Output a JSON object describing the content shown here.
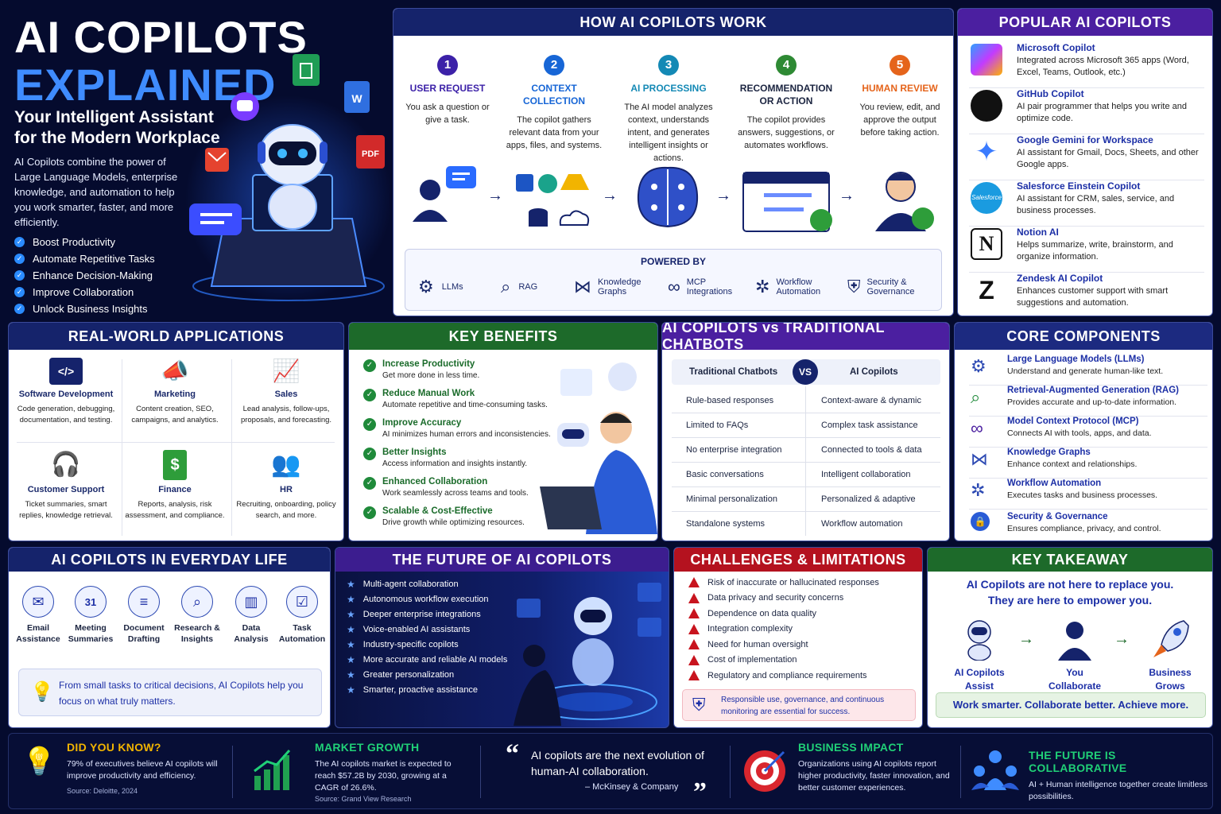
{
  "hero": {
    "title_line1": "AI COPILOTS",
    "title_line2": "EXPLAINED",
    "subtitle": "Your Intelligent Assistant for the Modern Workplace",
    "description": "AI Copilots combine the power of Large Language Models, enterprise knowledge, and automation to help you work smarter, faster, and more efficiently.",
    "bullets": [
      "Boost Productivity",
      "Automate Repetitive Tasks",
      "Enhance Decision-Making",
      "Improve Collaboration",
      "Unlock Business Insights"
    ],
    "floating_icons": [
      "sheets-icon",
      "docs-icon",
      "chat-icon",
      "pdf-icon",
      "mail-icon",
      "message-icon"
    ],
    "pdf_label": "PDF",
    "docs_label": "W"
  },
  "how": {
    "title": "HOW AI COPILOTS WORK",
    "steps": [
      {
        "num": "1",
        "title": "USER REQUEST",
        "desc": "You ask a question or give a task.",
        "color": "#3c21a8"
      },
      {
        "num": "2",
        "title": "CONTEXT COLLECTION",
        "desc": "The copilot gathers relevant data from your apps, files, and systems.",
        "color": "#1766d6"
      },
      {
        "num": "3",
        "title": "AI PROCESSING",
        "desc": "The AI model analyzes context, understands intent, and generates intelligent insights or actions.",
        "color": "#1489b5"
      },
      {
        "num": "4",
        "title": "RECOMMENDATION OR ACTION",
        "desc": "The copilot provides answers, suggestions, or automates workflows.",
        "color": "#2e8a34"
      },
      {
        "num": "5",
        "title": "HUMAN REVIEW",
        "desc": "You review, edit, and approve the output before taking action.",
        "color": "#e5641b"
      }
    ],
    "powered_by": "POWERED BY",
    "powered": [
      {
        "icon": "brain-icon",
        "label": "LLMs"
      },
      {
        "icon": "search-icon",
        "label": "RAG"
      },
      {
        "icon": "graph-icon",
        "label": "Knowledge Graphs"
      },
      {
        "icon": "link-icon",
        "label": "MCP Integrations"
      },
      {
        "icon": "gear-icon",
        "label": "Workflow Automation"
      },
      {
        "icon": "shield-icon",
        "label": "Security & Governance"
      }
    ]
  },
  "popular": {
    "title": "POPULAR AI COPILOTS",
    "items": [
      {
        "name": "Microsoft Copilot",
        "desc": "Integrated across Microsoft 365 apps (Word, Excel, Teams, Outlook, etc.)"
      },
      {
        "name": "GitHub Copilot",
        "desc": "AI pair programmer that helps you write and optimize code."
      },
      {
        "name": "Google Gemini for Workspace",
        "desc": "AI assistant for Gmail, Docs, Sheets, and other Google apps."
      },
      {
        "name": "Salesforce Einstein Copilot",
        "desc": "AI assistant for CRM, sales, service, and business processes."
      },
      {
        "name": "Notion AI",
        "desc": "Helps summarize, write, brainstorm, and organize information."
      },
      {
        "name": "Zendesk AI Copilot",
        "desc": "Enhances customer support with smart suggestions and automation."
      }
    ],
    "salesforce_logo": "Salesforce",
    "notion_logo": "N",
    "zendesk_logo": "Z"
  },
  "apps": {
    "title": "REAL-WORLD APPLICATIONS",
    "items": [
      {
        "title": "Software Development",
        "desc": "Code generation, debugging, documentation, and testing.",
        "icon": "</>"
      },
      {
        "title": "Marketing",
        "desc": "Content creation, SEO, campaigns, and analytics.",
        "icon": "📣"
      },
      {
        "title": "Sales",
        "desc": "Lead analysis, follow-ups, proposals, and forecasting.",
        "icon": "📈"
      },
      {
        "title": "Customer Support",
        "desc": "Ticket summaries, smart replies, knowledge retrieval.",
        "icon": "🎧"
      },
      {
        "title": "Finance",
        "desc": "Reports, analysis, risk assessment, and compliance.",
        "icon": "$"
      },
      {
        "title": "HR",
        "desc": "Recruiting, onboarding, policy search, and more.",
        "icon": "👥"
      }
    ]
  },
  "benefits": {
    "title": "KEY BENEFITS",
    "items": [
      {
        "title": "Increase Productivity",
        "desc": "Get more done in less time."
      },
      {
        "title": "Reduce Manual Work",
        "desc": "Automate repetitive and time-consuming tasks."
      },
      {
        "title": "Improve Accuracy",
        "desc": "AI minimizes human errors and inconsistencies."
      },
      {
        "title": "Better Insights",
        "desc": "Access information and insights instantly."
      },
      {
        "title": "Enhanced Collaboration",
        "desc": "Work seamlessly across teams and tools."
      },
      {
        "title": "Scalable & Cost-Effective",
        "desc": "Drive growth while optimizing resources."
      }
    ]
  },
  "vs": {
    "title": "AI COPILOTS vs TRADITIONAL CHATBOTS",
    "left_head": "Traditional Chatbots",
    "vs_label": "VS",
    "right_head": "AI Copilots",
    "rows": [
      [
        "Rule-based responses",
        "Context-aware & dynamic"
      ],
      [
        "Limited to FAQs",
        "Complex task assistance"
      ],
      [
        "No enterprise integration",
        "Connected to tools & data"
      ],
      [
        "Basic conversations",
        "Intelligent collaboration"
      ],
      [
        "Minimal personalization",
        "Personalized & adaptive"
      ],
      [
        "Standalone systems",
        "Workflow automation"
      ]
    ]
  },
  "core": {
    "title": "CORE COMPONENTS",
    "items": [
      {
        "title": "Large Language Models (LLMs)",
        "desc": "Understand and generate human-like text.",
        "icon": "brain-icon"
      },
      {
        "title": "Retrieval-Augmented Generation (RAG)",
        "desc": "Provides accurate and up-to-date information.",
        "icon": "search-icon"
      },
      {
        "title": "Model Context Protocol (MCP)",
        "desc": "Connects AI with tools, apps, and data.",
        "icon": "link-icon"
      },
      {
        "title": "Knowledge Graphs",
        "desc": "Enhance context and relationships.",
        "icon": "graph-icon"
      },
      {
        "title": "Workflow Automation",
        "desc": "Executes tasks and business processes.",
        "icon": "gear-icon"
      },
      {
        "title": "Security & Governance",
        "desc": "Ensures compliance, privacy, and control.",
        "icon": "lock-icon"
      }
    ]
  },
  "life": {
    "title": "AI COPILOTS IN EVERYDAY LIFE",
    "items": [
      {
        "label": "Email Assistance",
        "icon": "✉"
      },
      {
        "label": "Meeting Summaries",
        "icon": "31"
      },
      {
        "label": "Document Drafting",
        "icon": "≡"
      },
      {
        "label": "Research & Insights",
        "icon": "⌕"
      },
      {
        "label": "Data Analysis",
        "icon": "▥"
      },
      {
        "label": "Task Automation",
        "icon": "☑"
      }
    ],
    "note": "From small tasks to critical decisions, AI Copilots help you focus on what truly matters."
  },
  "future": {
    "title": "THE FUTURE OF AI COPILOTS",
    "items": [
      "Multi-agent collaboration",
      "Autonomous workflow execution",
      "Deeper enterprise integrations",
      "Voice-enabled AI assistants",
      "Industry-specific copilots",
      "More accurate and reliable AI models",
      "Greater personalization",
      "Smarter, proactive assistance"
    ]
  },
  "challenges": {
    "title": "CHALLENGES & LIMITATIONS",
    "items": [
      "Risk of inaccurate or hallucinated responses",
      "Data privacy and security concerns",
      "Dependence on data quality",
      "Integration complexity",
      "Need for human oversight",
      "Cost of implementation",
      "Regulatory and compliance requirements"
    ],
    "note": "Responsible use, governance, and continuous monitoring are essential for success."
  },
  "takeaway": {
    "title": "KEY TAKEAWAY",
    "line1": "AI Copilots are not here to replace you.",
    "line2": "They are here to empower you.",
    "flow": [
      {
        "label": "AI Copilots Assist"
      },
      {
        "label": "You Collaborate"
      },
      {
        "label": "Business Grows"
      }
    ],
    "banner": "Work smarter. Collaborate better. Achieve more."
  },
  "footer": {
    "did_you_know": {
      "title": "DID YOU KNOW?",
      "desc": "79% of executives believe AI copilots will improve productivity and efficiency.",
      "source": "Source: Deloitte, 2024"
    },
    "market": {
      "title": "MARKET GROWTH",
      "desc": "The AI copilots market is expected to reach $57.2B by 2030, growing at a CAGR of 26.6%.",
      "source": "Source: Grand View Research"
    },
    "quote": {
      "text": "AI copilots are the next evolution of human-AI collaboration.",
      "author": "– McKinsey & Company"
    },
    "impact": {
      "title": "BUSINESS IMPACT",
      "desc": "Organizations using AI copilots report higher productivity, faster innovation, and better customer experiences."
    },
    "collab": {
      "title": "THE FUTURE IS COLLABORATIVE",
      "desc": "AI + Human intelligence together create limitless possibilities."
    }
  },
  "colors": {
    "background": "#050b2e",
    "navy": "#15236b",
    "purple": "#4b1fa0",
    "green": "#1d6a2a",
    "red": "#b4121f",
    "accent": "#3f8cff",
    "footer_green": "#20d077"
  }
}
